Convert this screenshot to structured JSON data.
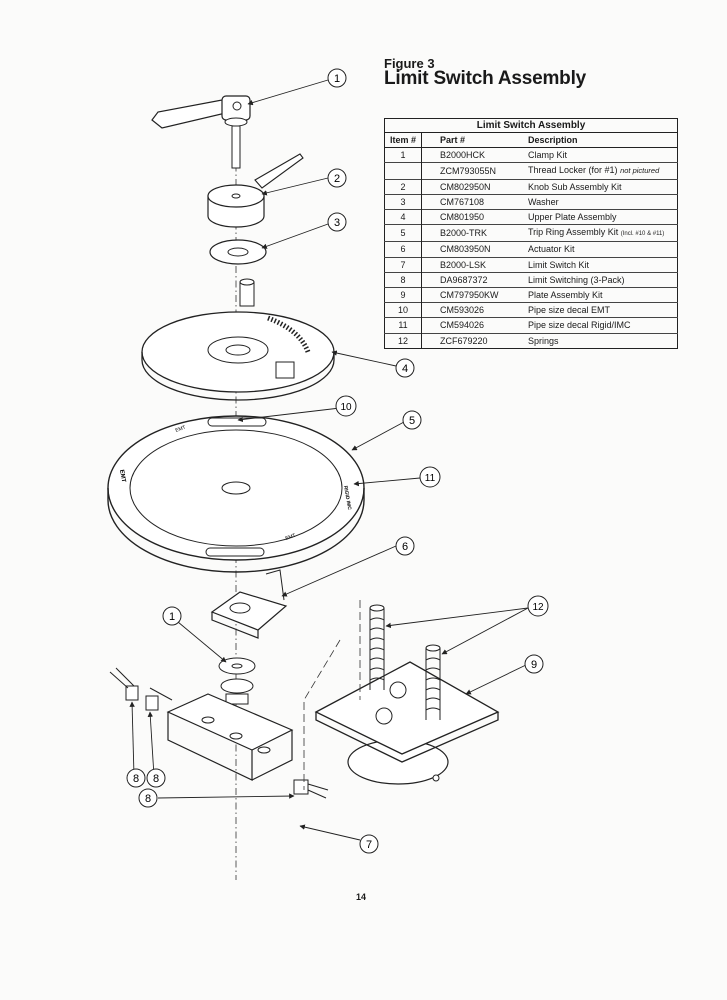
{
  "figure": {
    "label": "Figure 3",
    "title": "Limit Switch Assembly"
  },
  "parts_table": {
    "caption": "Limit Switch Assembly",
    "headers": [
      "Item #",
      "Part #",
      "Description"
    ],
    "rows": [
      {
        "item": "1",
        "part": "B2000HCK",
        "description": "Clamp Kit",
        "note": ""
      },
      {
        "item": "",
        "part": "ZCM793055N",
        "description": "Thread Locker (for #1)",
        "note": "not pictured"
      },
      {
        "item": "2",
        "part": "CM802950N",
        "description": "Knob Sub Assembly Kit",
        "note": ""
      },
      {
        "item": "3",
        "part": "CM767108",
        "description": "Washer",
        "note": ""
      },
      {
        "item": "4",
        "part": "CM801950",
        "description": "Upper Plate Assembly",
        "note": ""
      },
      {
        "item": "5",
        "part": "B2000-TRK",
        "description": "Trip Ring Assembly Kit",
        "note": "(Incl. #10 & #11)"
      },
      {
        "item": "6",
        "part": "CM803950N",
        "description": "Actuator Kit",
        "note": ""
      },
      {
        "item": "7",
        "part": "B2000-LSK",
        "description": "Limit Switch Kit",
        "note": ""
      },
      {
        "item": "8",
        "part": "DA9687372",
        "description": "Limit Switching (3-Pack)",
        "note": ""
      },
      {
        "item": "9",
        "part": "CM797950KW",
        "description": "Plate Assembly Kit",
        "note": ""
      },
      {
        "item": "10",
        "part": "CM593026",
        "description": "Pipe size decal EMT",
        "note": ""
      },
      {
        "item": "11",
        "part": "CM594026",
        "description": "Pipe size decal Rigid/IMC",
        "note": ""
      },
      {
        "item": "12",
        "part": "ZCF679220",
        "description": "Springs",
        "note": ""
      }
    ]
  },
  "callouts": {
    "c1a": "1",
    "c2": "2",
    "c3": "3",
    "c4": "4",
    "c5": "5",
    "c6": "6",
    "c1b": "1",
    "c7": "7",
    "c8a": "8",
    "c8b": "8",
    "c8c": "8",
    "c9": "9",
    "c10": "10",
    "c11": "11",
    "c12": "12"
  },
  "decals": {
    "emt_left": "EMT",
    "emt_top": "EMT",
    "emt_bottom": "EMT",
    "rigid_right": "RIGID IMC"
  },
  "page_number": "14"
}
